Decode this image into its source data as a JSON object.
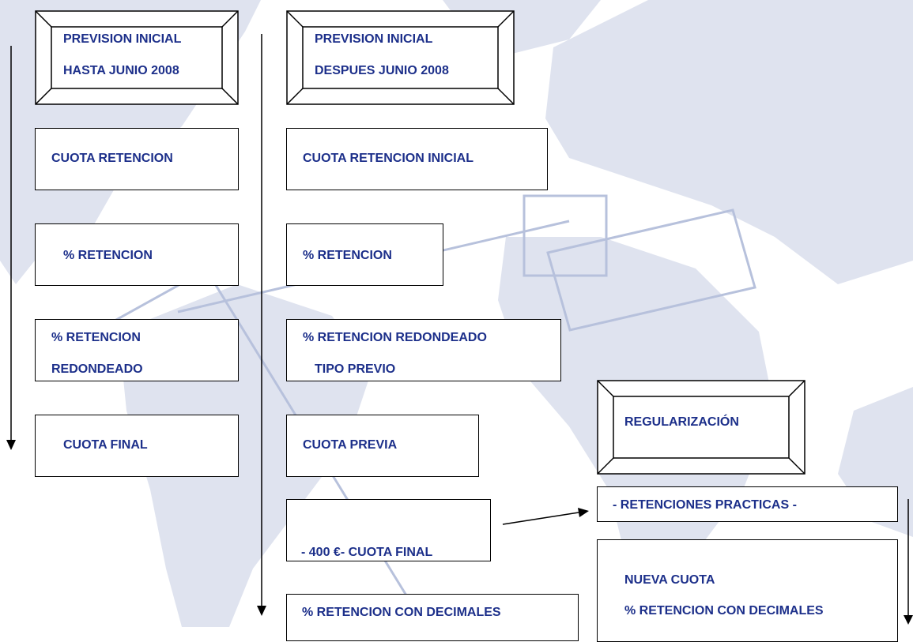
{
  "colors": {
    "text": "#1c2f8a",
    "border": "#000000",
    "map_shape": "#dfe3ef",
    "map_line": "#b7c1dc"
  },
  "col1": {
    "header": [
      "PREVISION INICIAL",
      "HASTA JUNIO 2008"
    ],
    "cuota_retencion": "CUOTA RETENCION",
    "porc_retencion": "% RETENCION",
    "porc_redondeado": [
      "% RETENCION",
      "REDONDEADO"
    ],
    "cuota_final": "CUOTA FINAL"
  },
  "col2": {
    "header": [
      "PREVISION INICIAL",
      "DESPUES JUNIO 2008"
    ],
    "cuota_inicial": "CUOTA RETENCION INICIAL",
    "porc_retencion": "% RETENCION",
    "porc_redondeado": [
      "% RETENCION REDONDEADO",
      "TIPO PREVIO"
    ],
    "cuota_previa": "CUOTA PREVIA",
    "cuota_final": "- 400 €- CUOTA FINAL",
    "porc_decimales": "% RETENCION CON DECIMALES"
  },
  "col3": {
    "header": "REGULARIZACIÓN",
    "retenciones": "- RETENCIONES PRACTICAS -",
    "nueva_cuota": [
      "NUEVA CUOTA",
      "% RETENCION CON DECIMALES"
    ]
  }
}
